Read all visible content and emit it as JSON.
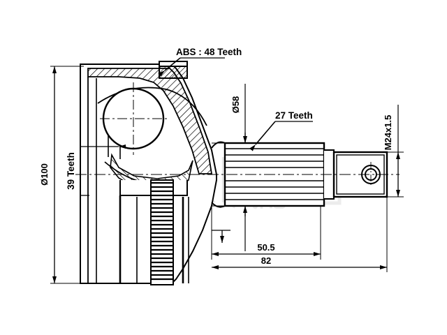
{
  "drawing": {
    "type": "cv-joint-technical-drawing",
    "background": "#ffffff",
    "line_color": "#000000",
    "watermark": {
      "text": "GKEN",
      "secondary": "汽配",
      "color": "#e8e8e8"
    },
    "labels": {
      "abs_teeth": "ABS : 48 Teeth",
      "teeth_27": "27 Teeth",
      "teeth_39": "39 Teeth",
      "dia_100": "Ø100",
      "dia_58": "Ø58",
      "thread": "M24x1.5",
      "len_50_5": "50.5",
      "len_82": "82"
    },
    "specs": {
      "abs_tone_ring_teeth": 48,
      "outer_spline_teeth": 39,
      "inner_spline_teeth": 27,
      "outer_diameter_mm": 100,
      "shaft_diameter_mm": 58,
      "thread_spec": "M24x1.5",
      "dimension_a_mm": 50.5,
      "dimension_b_mm": 82
    }
  }
}
